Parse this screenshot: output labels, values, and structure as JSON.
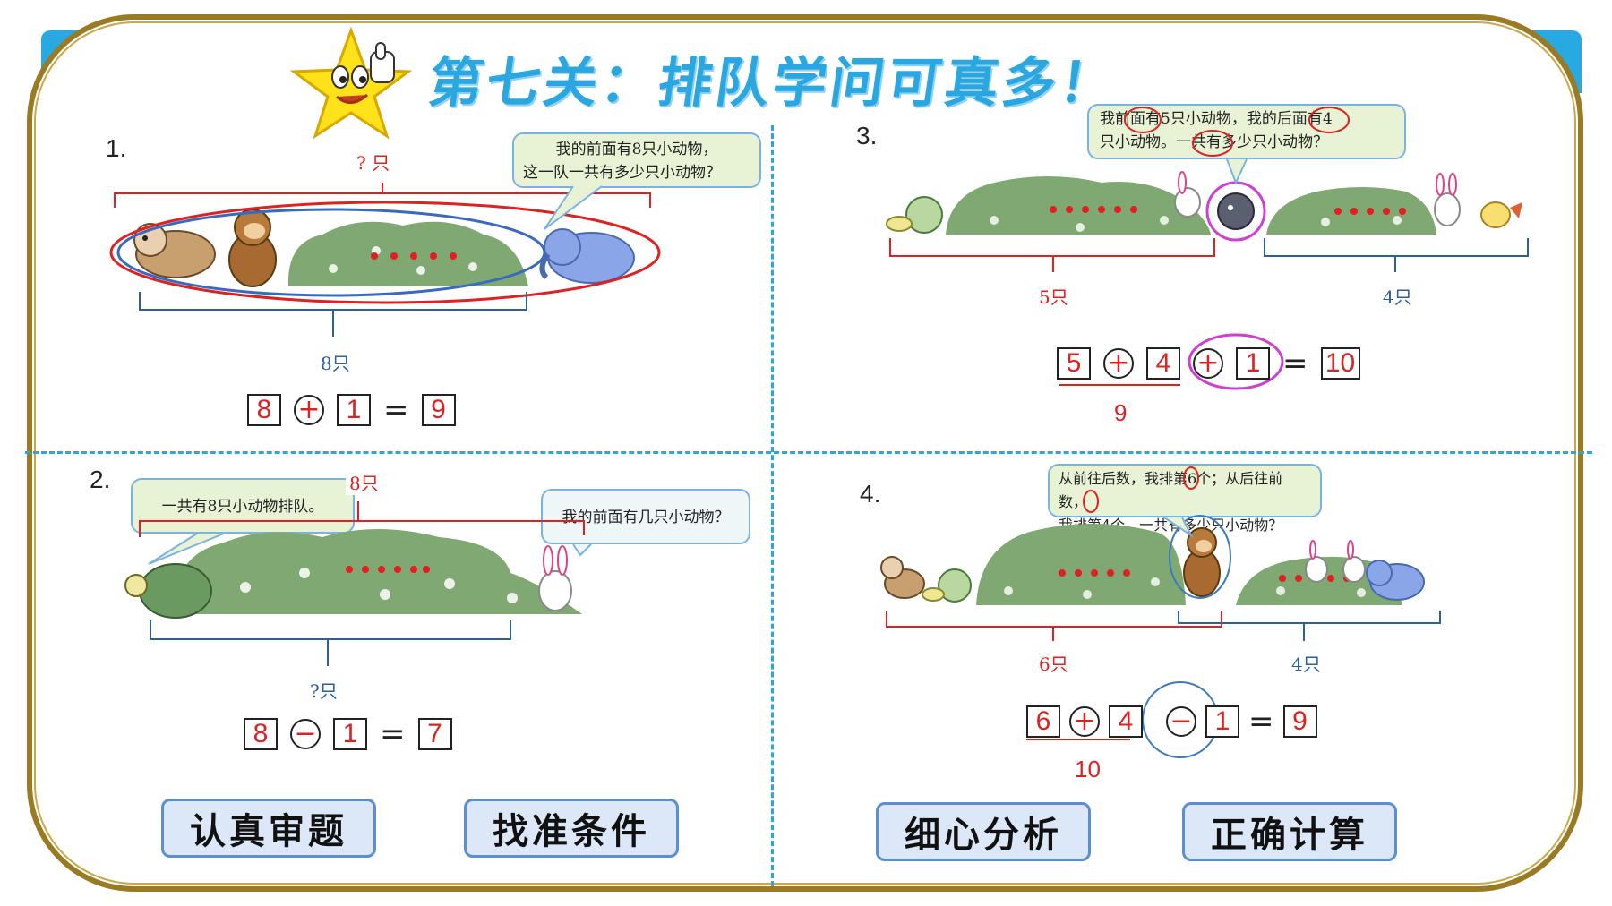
{
  "title": "第七关：排队学问可真多！",
  "panel1": {
    "number": "1.",
    "bubble": [
      "我的前面有8只小动物，",
      "这一队一共有多少只小动物？"
    ],
    "top_label": "? 只",
    "bottom_label": "8只",
    "equation": [
      "8",
      "+",
      "1",
      "=",
      "9"
    ]
  },
  "panel2": {
    "number": "2.",
    "bubble_left": "一共有8只小动物排队。",
    "bubble_right": "我的前面有几只小动物？",
    "top_label": "8只",
    "bottom_label": "?只",
    "equation": [
      "8",
      "−",
      "1",
      "=",
      "7"
    ]
  },
  "panel3": {
    "number": "3.",
    "bubble": [
      "我前面有5只小动物，我的后面有4",
      "只小动物。一共有多少只小动物？"
    ],
    "left_label": "5只",
    "right_label": "4只",
    "equation": [
      "5",
      "+",
      "4",
      "+",
      "1",
      "=",
      "10"
    ],
    "partial_sum": "9"
  },
  "panel4": {
    "number": "4.",
    "bubble": [
      "从前往后数，我排第6个；从后往前数，",
      "我排第4个。一共有多少只小动物？"
    ],
    "left_label": "6只",
    "right_label": "4只",
    "equation": [
      "6",
      "+",
      "4",
      "−",
      "1",
      "=",
      "9"
    ],
    "partial_sum": "10"
  },
  "buttons": [
    "认真审题",
    "找准条件",
    "细心分析",
    "正确计算"
  ],
  "colors": {
    "accent_blue": "#2aa6e0",
    "frame_gold": "#9a7a22",
    "answer_red": "#d22222",
    "bush_green": "#7fa872"
  }
}
